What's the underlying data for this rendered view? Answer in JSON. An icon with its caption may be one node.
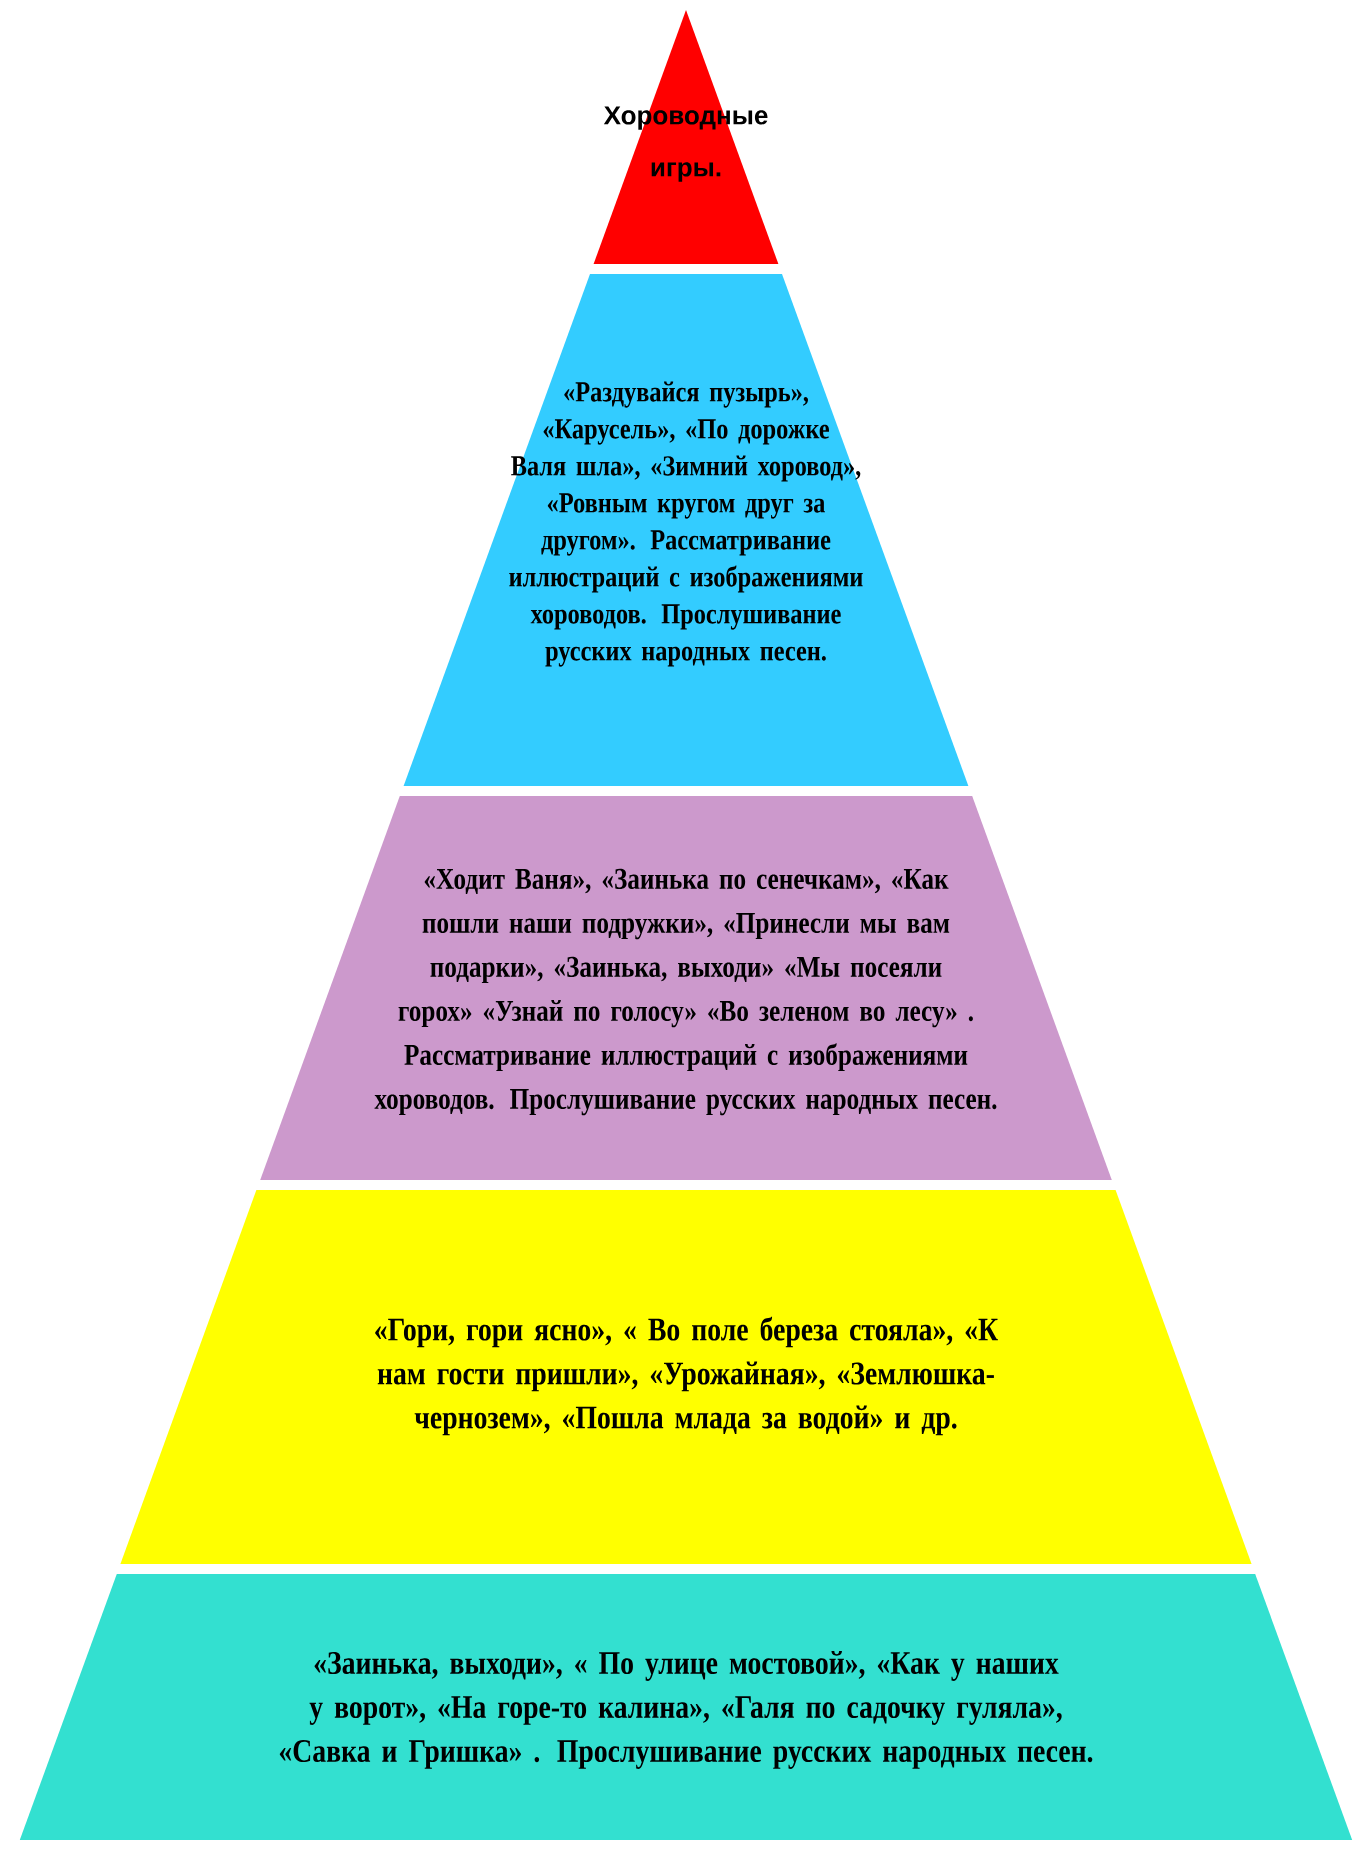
{
  "diagram": {
    "nodes": [
      {
        "text": [
          "Хороводные игры."
        ]
      },
      {
        "text": [
          "«Раздувайся пузырь», «Карусель», «По дорожке Валя шла», «Зимний хоровод», «Ровным кругом друг за другом». Рассматривание иллюстраций с изображениями хороводов. Прослушивание русских народных песен."
        ]
      },
      {
        "text": [
          "«Ходит Ваня», «Заинька по сенечкам», «Как пошли наши подружки», «Принесли мы вам подарки», «Заинька, выходи» «Мы посеяли горох» «Узнай по голосу» «Во зеленом во лесу» . Рассматривание иллюстраций с изображениями хороводов. Прослушивание русских народных песен."
        ]
      },
      {
        "text": [
          "«Гори, гори ясно», « Во поле береза стояла», «К нам гости пришли», «Урожайная», «Землюшка-чернозем», «Пошла млада за водой» и др."
        ]
      },
      {
        "text": [
          "«Заинька, выходи», « По улице мостовой», «Как у наших у ворот», «На горе-то калина», «Галя по садочку гуляла», «Савка и Гришка» . Прослушивание русских народных песен."
        ]
      }
    ]
  }
}
